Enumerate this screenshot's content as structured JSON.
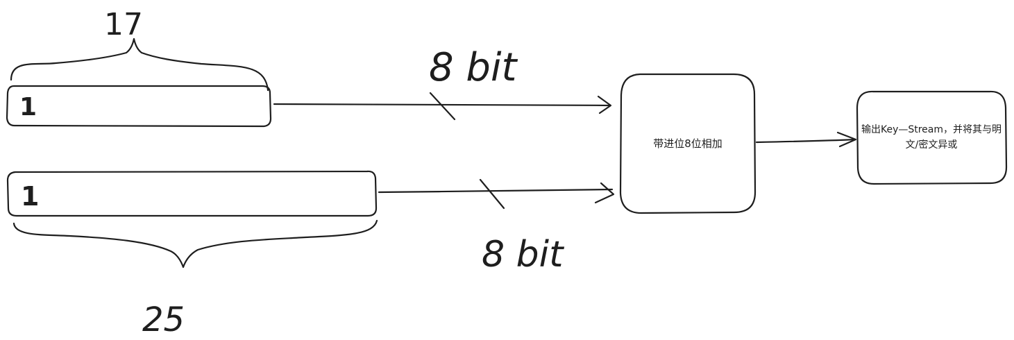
{
  "labels": {
    "register_top_length": "17",
    "register_bottom_length": "25",
    "register_top_bit": "1",
    "register_bottom_bit": "1",
    "top_bus_width": "8 bit",
    "bottom_bus_width": "8 bit",
    "adder_label": "带进位8位相加",
    "output_label": "输出Key—Stream，并将其与明文/密文异或"
  },
  "colors": {
    "stroke": "#1e1e1e",
    "background": "#ffffff"
  }
}
